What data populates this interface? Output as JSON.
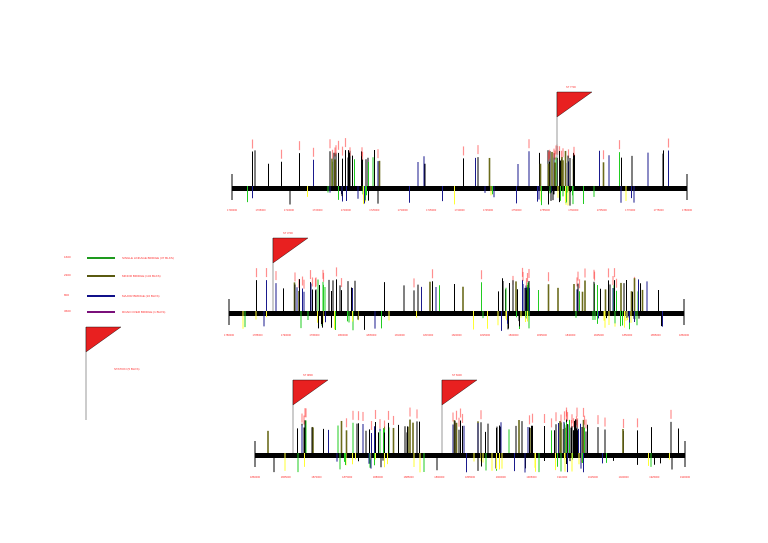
{
  "colors": {
    "background": "#ffffff",
    "baseline": "#000000",
    "label": "#ff3333",
    "flag": "#e82020",
    "pole": "#9a9a9a",
    "tick_black": "#000000",
    "tick_yellow": "#ffff33",
    "tick_green": "#22cc22",
    "tick_olive": "#6b6b1a",
    "tick_navy": "#1a1a8c",
    "tick_purple": "#8a1a8a"
  },
  "legend": {
    "items": [
      {
        "key": "green",
        "tag": "1600",
        "text": "SINGLE LINKAGE BRIDGE (37 BLKS)",
        "color": "#1e9a1e"
      },
      {
        "key": "olive",
        "tag": "2300",
        "text": "MINOR BRIDGE (134 BLKS)",
        "color": "#5a5a10"
      },
      {
        "key": "navy",
        "tag": "800",
        "text": "MAJOR BRIDGE (16 BLKS)",
        "color": "#10108a"
      },
      {
        "key": "purple",
        "tag": "3600",
        "text": "ROAD OVER BRIDGE (1 BLKS)",
        "color": "#7a107a"
      }
    ],
    "flag_text": "STATION (5 BLKS)"
  },
  "strips": [
    {
      "flags": [
        {
          "label": "ST 7700"
        }
      ],
      "scale_labels": [
        "1700000",
        "1705000",
        "1710000",
        "1715000",
        "1720000",
        "1725000",
        "1730000",
        "1735000",
        "1740000",
        "1745000",
        "1750000",
        "1755000",
        "1760000",
        "1765000",
        "1770000",
        "1775000",
        "1780000"
      ]
    },
    {
      "flags": [
        {
          "label": "ST 3700"
        }
      ],
      "scale_labels": [
        "1780000",
        "1785000",
        "1790000",
        "1795000",
        "1800000",
        "1805000",
        "1810000",
        "1815000",
        "1820000",
        "1825000",
        "1830000",
        "1835000",
        "1840000",
        "1845000",
        "1850000",
        "1855000",
        "1860000"
      ]
    },
    {
      "flags": [
        {
          "label": "ST 9800"
        },
        {
          "label": "ST 8400"
        }
      ],
      "scale_labels": [
        "1860000",
        "1865000",
        "1870000",
        "1875000",
        "1880000",
        "1885000",
        "1890000",
        "1895000",
        "1900000",
        "1905000",
        "1910000",
        "1915000",
        "1920000",
        "1925000",
        "1930000"
      ]
    }
  ]
}
